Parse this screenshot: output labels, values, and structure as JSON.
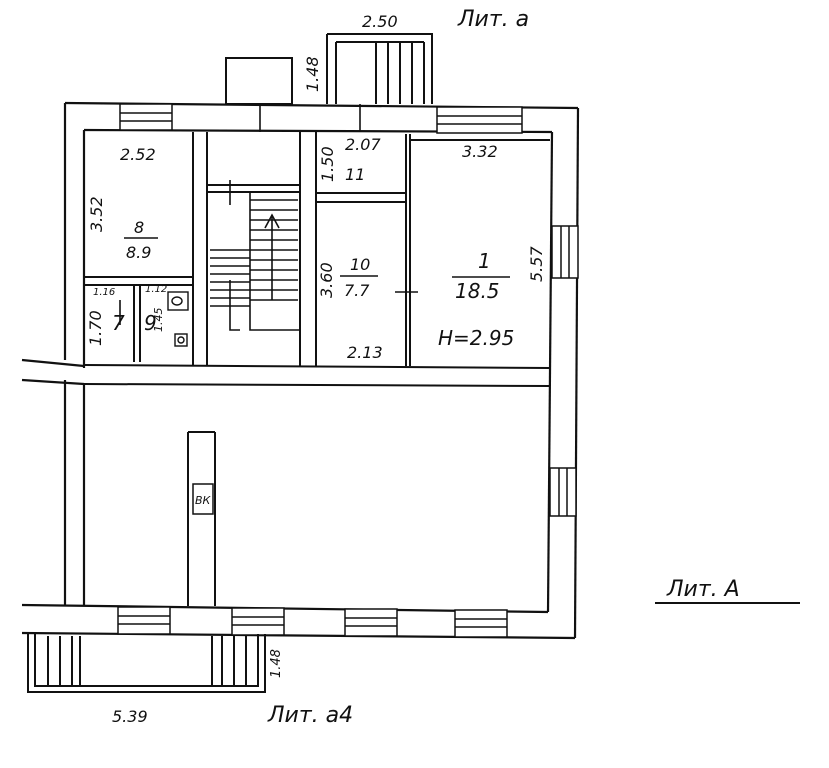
{
  "plan": {
    "top_label": "Лит. а",
    "right_label": "Лит. А",
    "bottom_label": "Лит. а4",
    "dimensions": {
      "porch_width": "2.50",
      "porch_depth": "1.48",
      "room8_width": "2.52",
      "room8_depth": "3.52",
      "room11_width": "2.07",
      "room11_depth": "1.50",
      "room1_width": "3.32",
      "room1_depth": "5.57",
      "room10_depth": "3.60",
      "room10_width": "2.13",
      "wc_left": "1.70",
      "wc_top_a": "1.16",
      "wc_top_b": "1.12",
      "wc_side": "1.45",
      "ceiling_height": "H=2.95",
      "bottom_width": "5.39",
      "bottom_depth": "1.48"
    },
    "rooms": {
      "room8": {
        "number": "8",
        "area": "8.9"
      },
      "room11": {
        "number": "11"
      },
      "room10": {
        "number": "10",
        "area": "7.7"
      },
      "room1": {
        "number": "1",
        "area": "18.5"
      },
      "room7": {
        "number": "7"
      },
      "room9": {
        "number": "9"
      }
    },
    "ventilation_label": "ВК"
  }
}
